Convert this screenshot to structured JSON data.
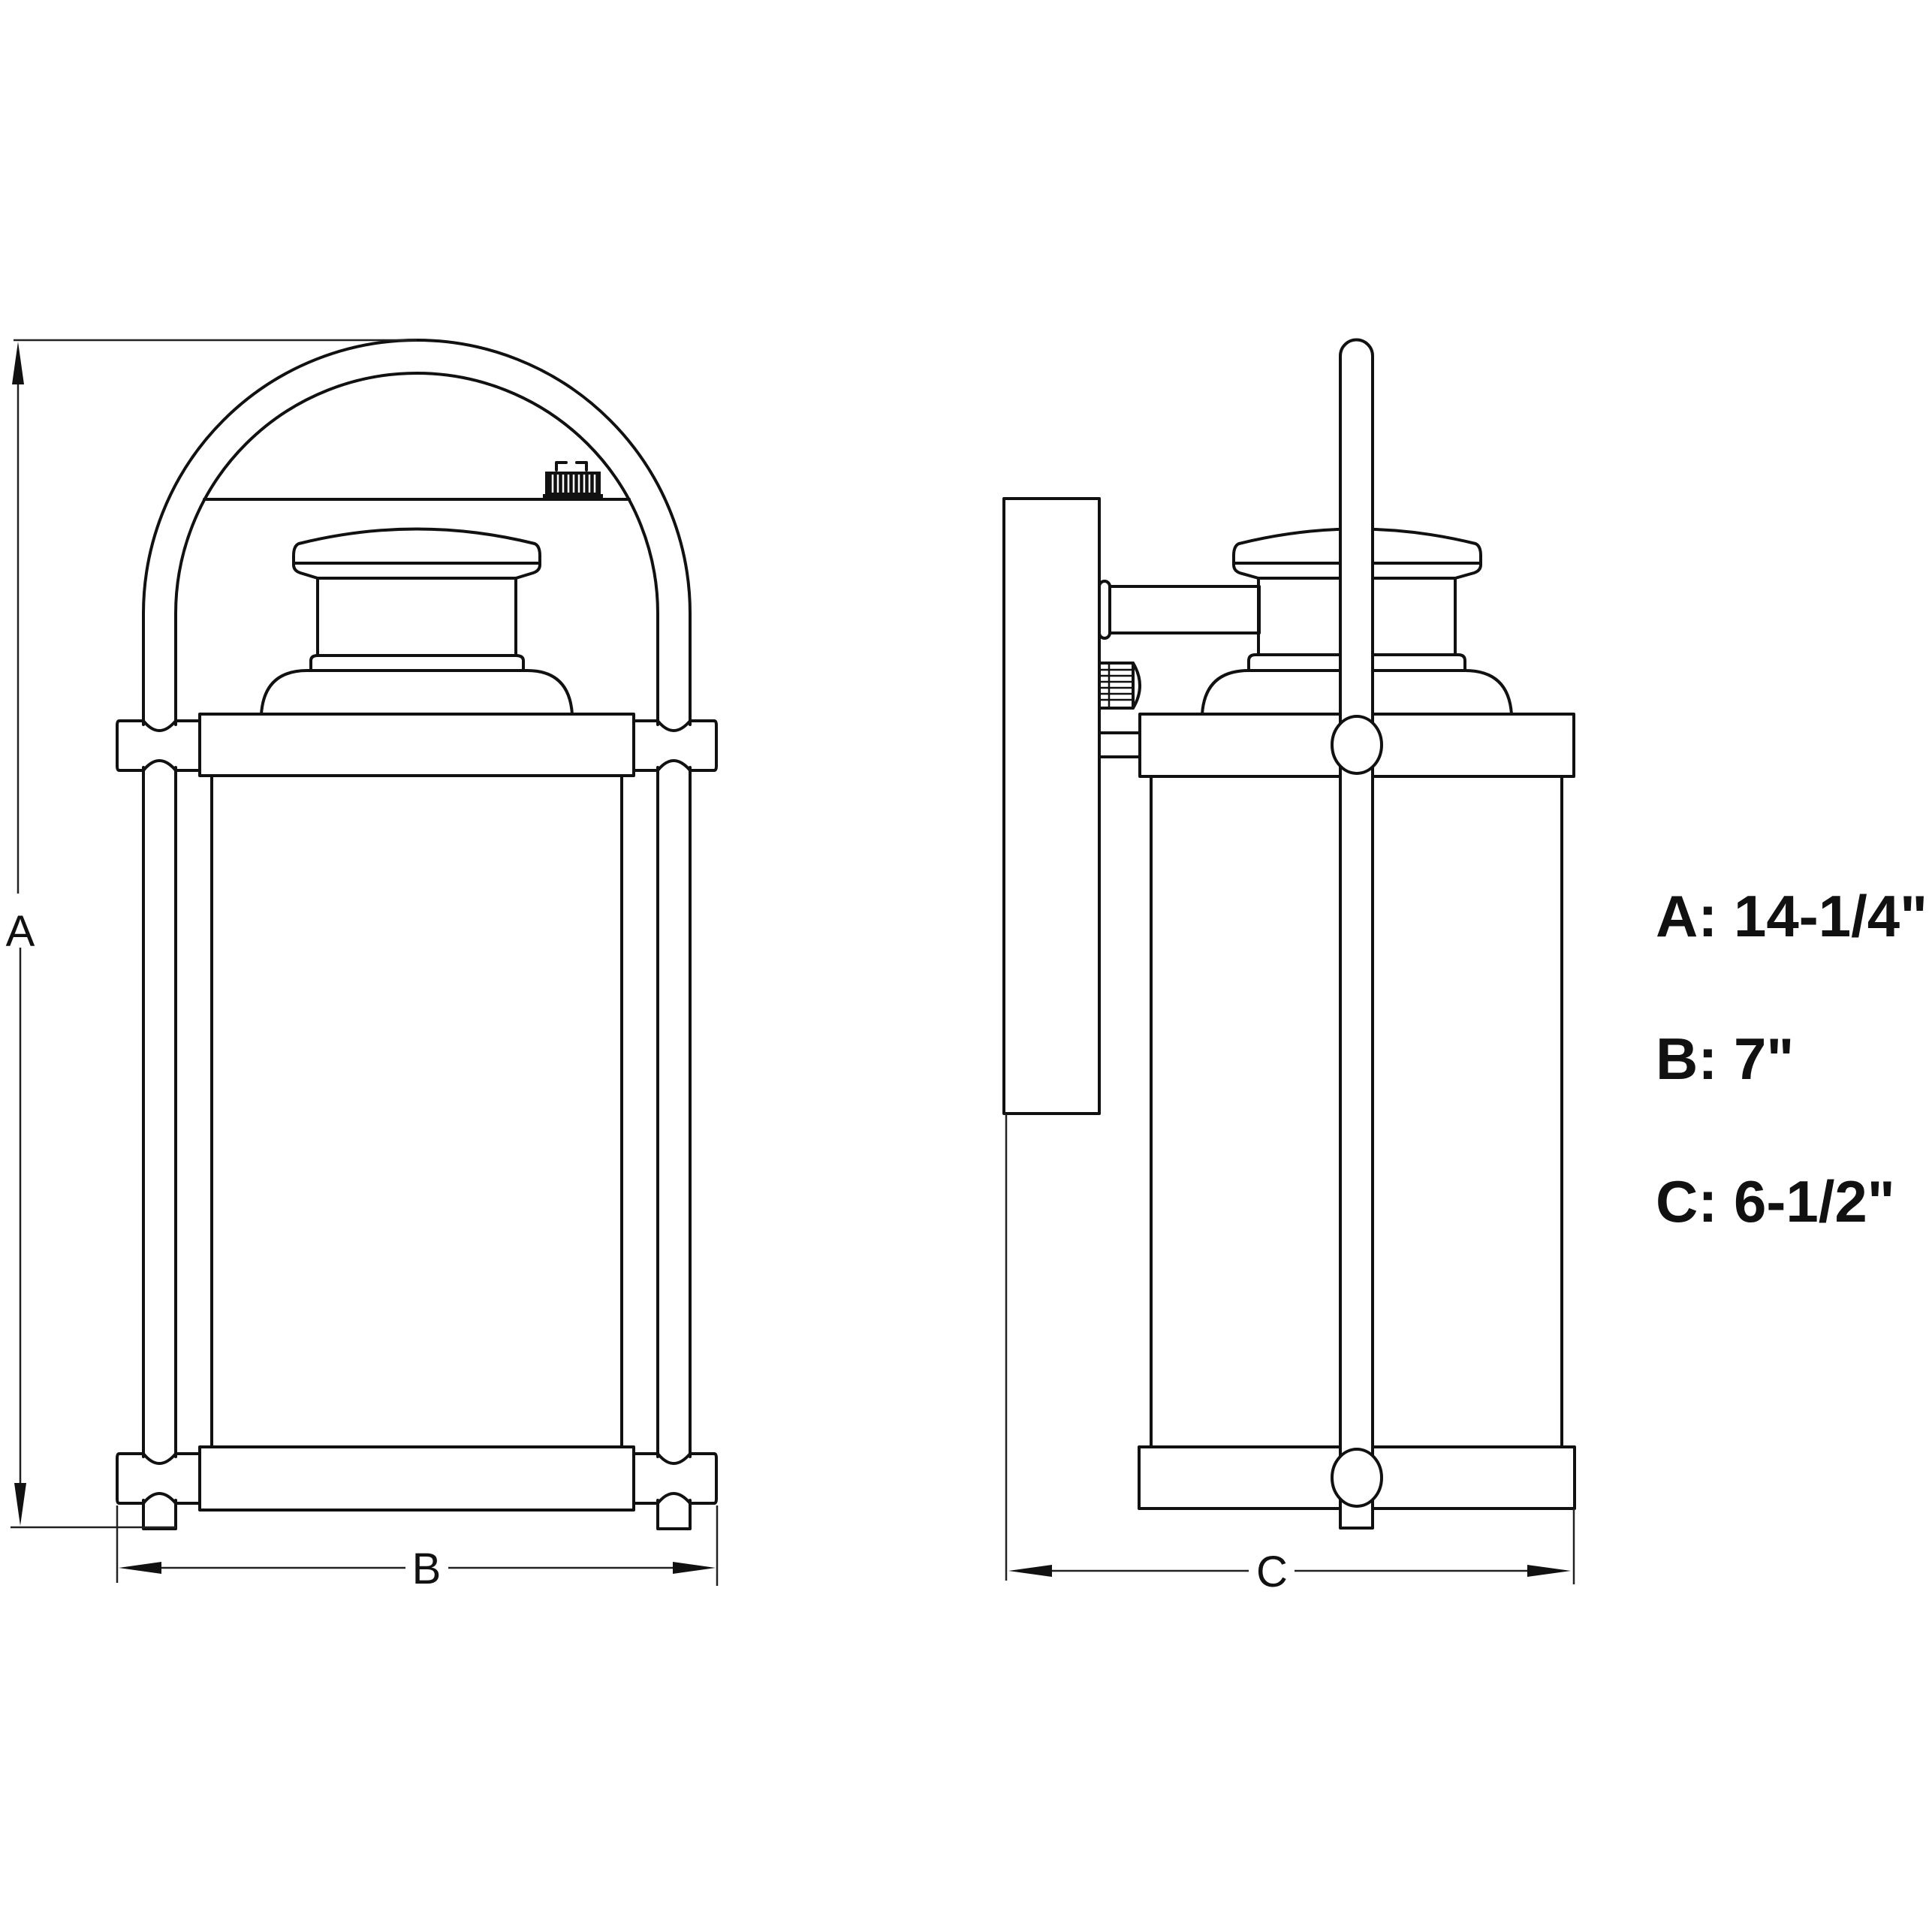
{
  "diagram": {
    "type": "technical dimension drawing",
    "subject": "outdoor wall lantern",
    "views": [
      {
        "name": "front-view",
        "dimension_labels": [
          "A",
          "B"
        ]
      },
      {
        "name": "side-view",
        "dimension_labels": [
          "C"
        ]
      }
    ]
  },
  "dimensions": {
    "a": {
      "label": "A",
      "value": "14-1/4\"",
      "text": "A: 14-1/4\""
    },
    "b": {
      "label": "B",
      "value": "7\"",
      "text": "B: 7\""
    },
    "c": {
      "label": "C",
      "value": "6-1/2\"",
      "text": "C: 6-1/2\""
    }
  },
  "colors": {
    "line": "#111111",
    "background": "#ffffff"
  }
}
